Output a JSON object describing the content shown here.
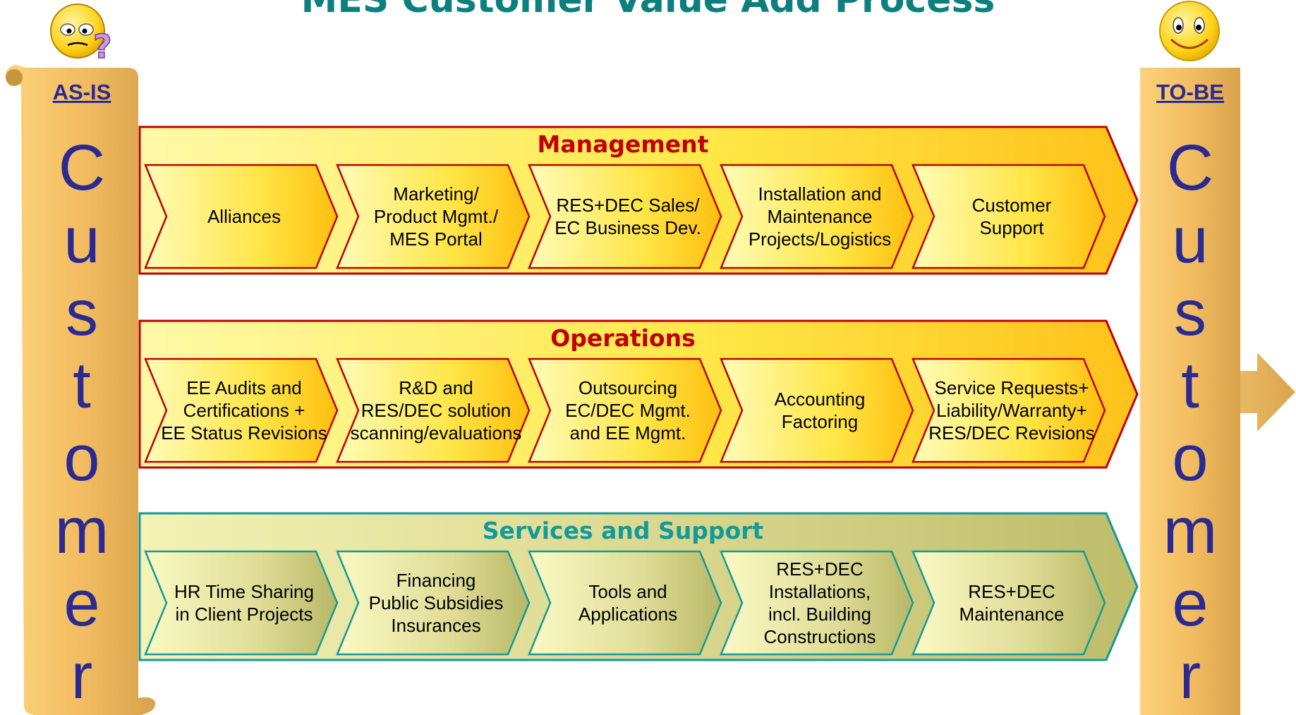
{
  "title": "MES Customer Value Add Process",
  "as_is": {
    "label": "AS-IS",
    "letters": [
      "C",
      "u",
      "s",
      "t",
      "o",
      "m",
      "e",
      "r"
    ]
  },
  "to_be": {
    "label": "TO-BE",
    "letters": [
      "C",
      "u",
      "s",
      "t",
      "o",
      "m",
      "e",
      "r"
    ]
  },
  "bands": [
    {
      "title": "Management",
      "items": [
        "Alliances",
        "Marketing/\nProduct Mgmt./\nMES Portal",
        "RES+DEC Sales/\nEC Business Dev.",
        "Installation and\nMaintenance\nProjects/Logistics",
        "Customer\nSupport"
      ]
    },
    {
      "title": "Operations",
      "items": [
        "EE Audits and\nCertifications +\nEE Status Revisions",
        "R&D and\nRES/DEC solution\nscanning/evaluations",
        "Outsourcing\nEC/DEC Mgmt.\nand EE Mgmt.",
        "Accounting\nFactoring",
        "Service Requests+\nLiability/Warranty+\nRES/DEC Revisions"
      ]
    },
    {
      "title": "Services and Support",
      "items": [
        "HR Time Sharing\nin Client Projects",
        "Financing\nPublic Subsidies\nInsurances",
        "Tools and\nApplications",
        "RES+DEC\nInstallations,\nincl. Building\nConstructions",
        "RES+DEC\nMaintenance"
      ]
    }
  ],
  "colors": {
    "title": "#0c7f7f",
    "band_red_border": "#c00000",
    "band_red_title": "#c00000",
    "band_teal_border": "#139a9a",
    "band_teal_title": "#139a9a",
    "customer_text": "#2a2a92",
    "scroll": "#f2bd62"
  },
  "icons": {
    "confused": "confused-face-icon",
    "smiley": "smiley-face-icon",
    "arrow": "right-arrow-icon"
  }
}
